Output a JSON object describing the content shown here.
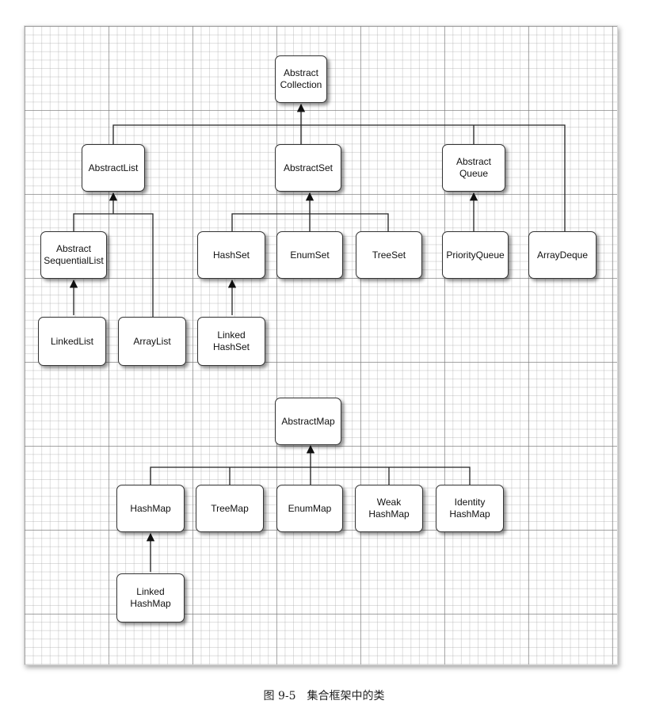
{
  "nodes": {
    "abstract_collection": "Abstract\nCollection",
    "abstract_list": "AbstractList",
    "abstract_set": "AbstractSet",
    "abstract_queue": "Abstract\nQueue",
    "abstract_sequential_list": "Abstract\nSequentialList",
    "hash_set": "HashSet",
    "enum_set": "EnumSet",
    "tree_set": "TreeSet",
    "priority_queue": "PriorityQueue",
    "array_deque": "ArrayDeque",
    "linked_list": "LinkedList",
    "array_list": "ArrayList",
    "linked_hash_set": "Linked\nHashSet",
    "abstract_map": "AbstractMap",
    "hash_map": "HashMap",
    "tree_map": "TreeMap",
    "enum_map": "EnumMap",
    "weak_hash_map": "Weak\nHashMap",
    "identity_hash_map": "Identity\nHashMap",
    "linked_hash_map": "Linked\nHashMap"
  },
  "caption": "图 9-5　集合框架中的类"
}
